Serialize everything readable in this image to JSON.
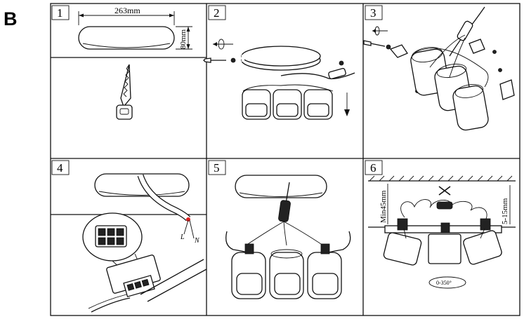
{
  "figure_label": "B",
  "steps": [
    {
      "number": "1",
      "dim_length": "263mm",
      "dim_height": "80mm"
    },
    {
      "number": "2"
    },
    {
      "number": "3"
    },
    {
      "number": "4",
      "wire_live": "L",
      "wire_neutral": "N"
    },
    {
      "number": "5"
    },
    {
      "number": "6",
      "min_gap": "Min45mm",
      "gap_range": "5-15mm",
      "rotation": "0-350°"
    }
  ]
}
